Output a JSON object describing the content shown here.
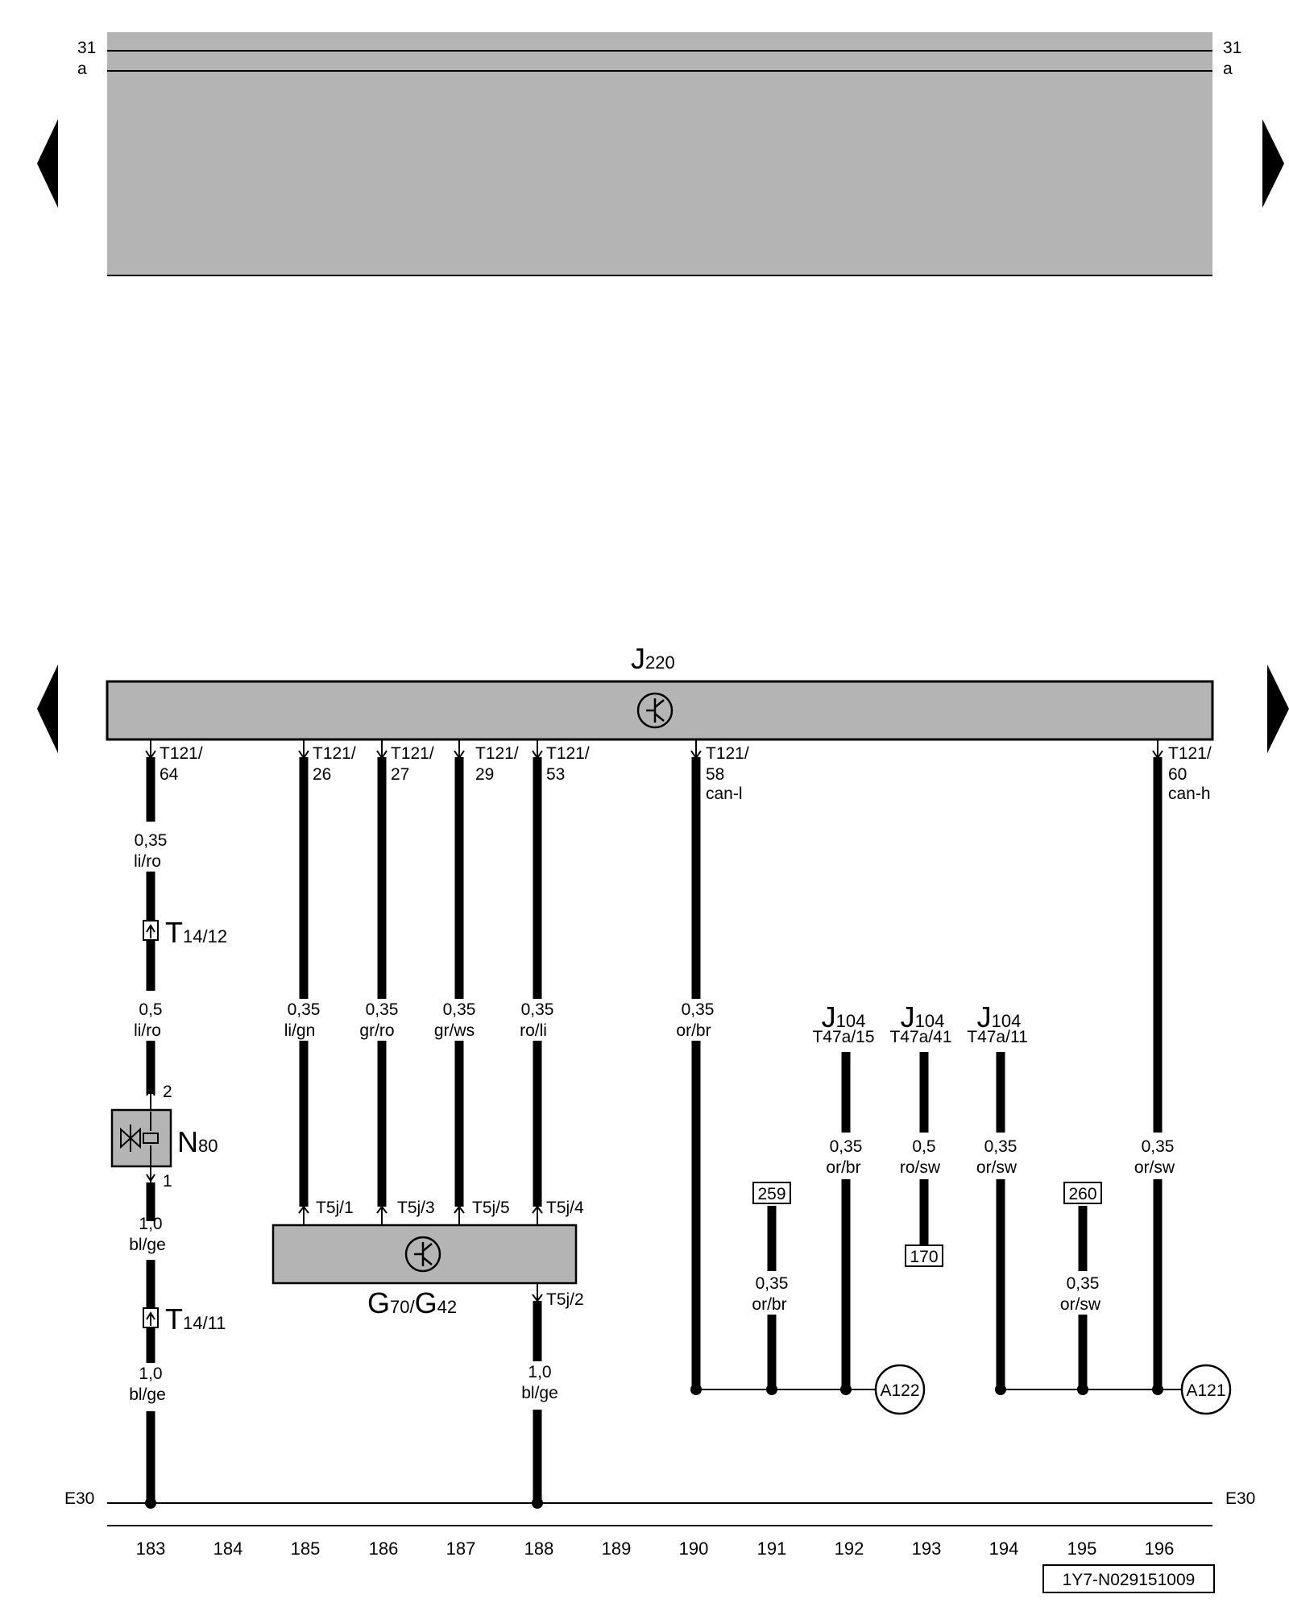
{
  "rails": {
    "top_left": "31",
    "top_left_sub": "a",
    "top_right": "31",
    "top_right_sub": "a",
    "ground_left": "E30",
    "ground_right": "E30"
  },
  "module": {
    "name": "J",
    "sub": "220"
  },
  "sensor": {
    "name1": "G",
    "sub1": "70",
    "sep": "/",
    "name2": "G",
    "sub2": "42"
  },
  "valve": {
    "name": "N",
    "sub": "80",
    "pin_top": "2",
    "pin_bottom": "1"
  },
  "connectors": [
    {
      "name": "T",
      "sub": "14/12"
    },
    {
      "name": "T",
      "sub": "14/11"
    }
  ],
  "pins": [
    {
      "line1": "T121/",
      "line2": "64",
      "line3": ""
    },
    {
      "line1": "T121/",
      "line2": "26",
      "line3": ""
    },
    {
      "line1": "T121/",
      "line2": "27",
      "line3": ""
    },
    {
      "line1": "T121/",
      "line2": "29",
      "line3": ""
    },
    {
      "line1": "T121/",
      "line2": "53",
      "line3": ""
    },
    {
      "line1": "T121/",
      "line2": "58",
      "line3": "can-l"
    },
    {
      "line1": "T121/",
      "line2": "60",
      "line3": "can-h"
    }
  ],
  "sensor_pins": [
    "T5j/1",
    "T5j/3",
    "T5j/5",
    "T5j/4",
    "T5j/2"
  ],
  "wires": [
    {
      "size": "0,35",
      "color": "li/ro"
    },
    {
      "size": "0,5",
      "color": "li/ro"
    },
    {
      "size": "1,0",
      "color": "bl/ge"
    },
    {
      "size": "1,0",
      "color": "bl/ge"
    },
    {
      "size": "0,35",
      "color": "li/gn"
    },
    {
      "size": "0,35",
      "color": "gr/ro"
    },
    {
      "size": "0,35",
      "color": "gr/ws"
    },
    {
      "size": "0,35",
      "color": "ro/li"
    },
    {
      "size": "1,0",
      "color": "bl/ge"
    },
    {
      "size": "0,35",
      "color": "or/br"
    },
    {
      "size": "0,35",
      "color": "or/br"
    },
    {
      "size": "0,35",
      "color": "or/br"
    },
    {
      "size": "0,5",
      "color": "ro/sw"
    },
    {
      "size": "0,35",
      "color": "or/sw"
    },
    {
      "size": "0,35",
      "color": "or/sw"
    },
    {
      "size": "0,35",
      "color": "or/sw"
    }
  ],
  "j104": [
    {
      "name": "J",
      "sub": "104",
      "pin": "T47a/15"
    },
    {
      "name": "J",
      "sub": "104",
      "pin": "T47a/41"
    },
    {
      "name": "J",
      "sub": "104",
      "pin": "T47a/11"
    }
  ],
  "refs": [
    "259",
    "170",
    "260"
  ],
  "junctions": [
    "A122",
    "A121"
  ],
  "columns": [
    "183",
    "184",
    "185",
    "186",
    "187",
    "188",
    "189",
    "190",
    "191",
    "192",
    "193",
    "194",
    "195",
    "196"
  ],
  "doc_id": "1Y7-N029151009",
  "colors": {
    "panel": "#b4b4b4",
    "wire": "#000000",
    "background": "#ffffff"
  }
}
